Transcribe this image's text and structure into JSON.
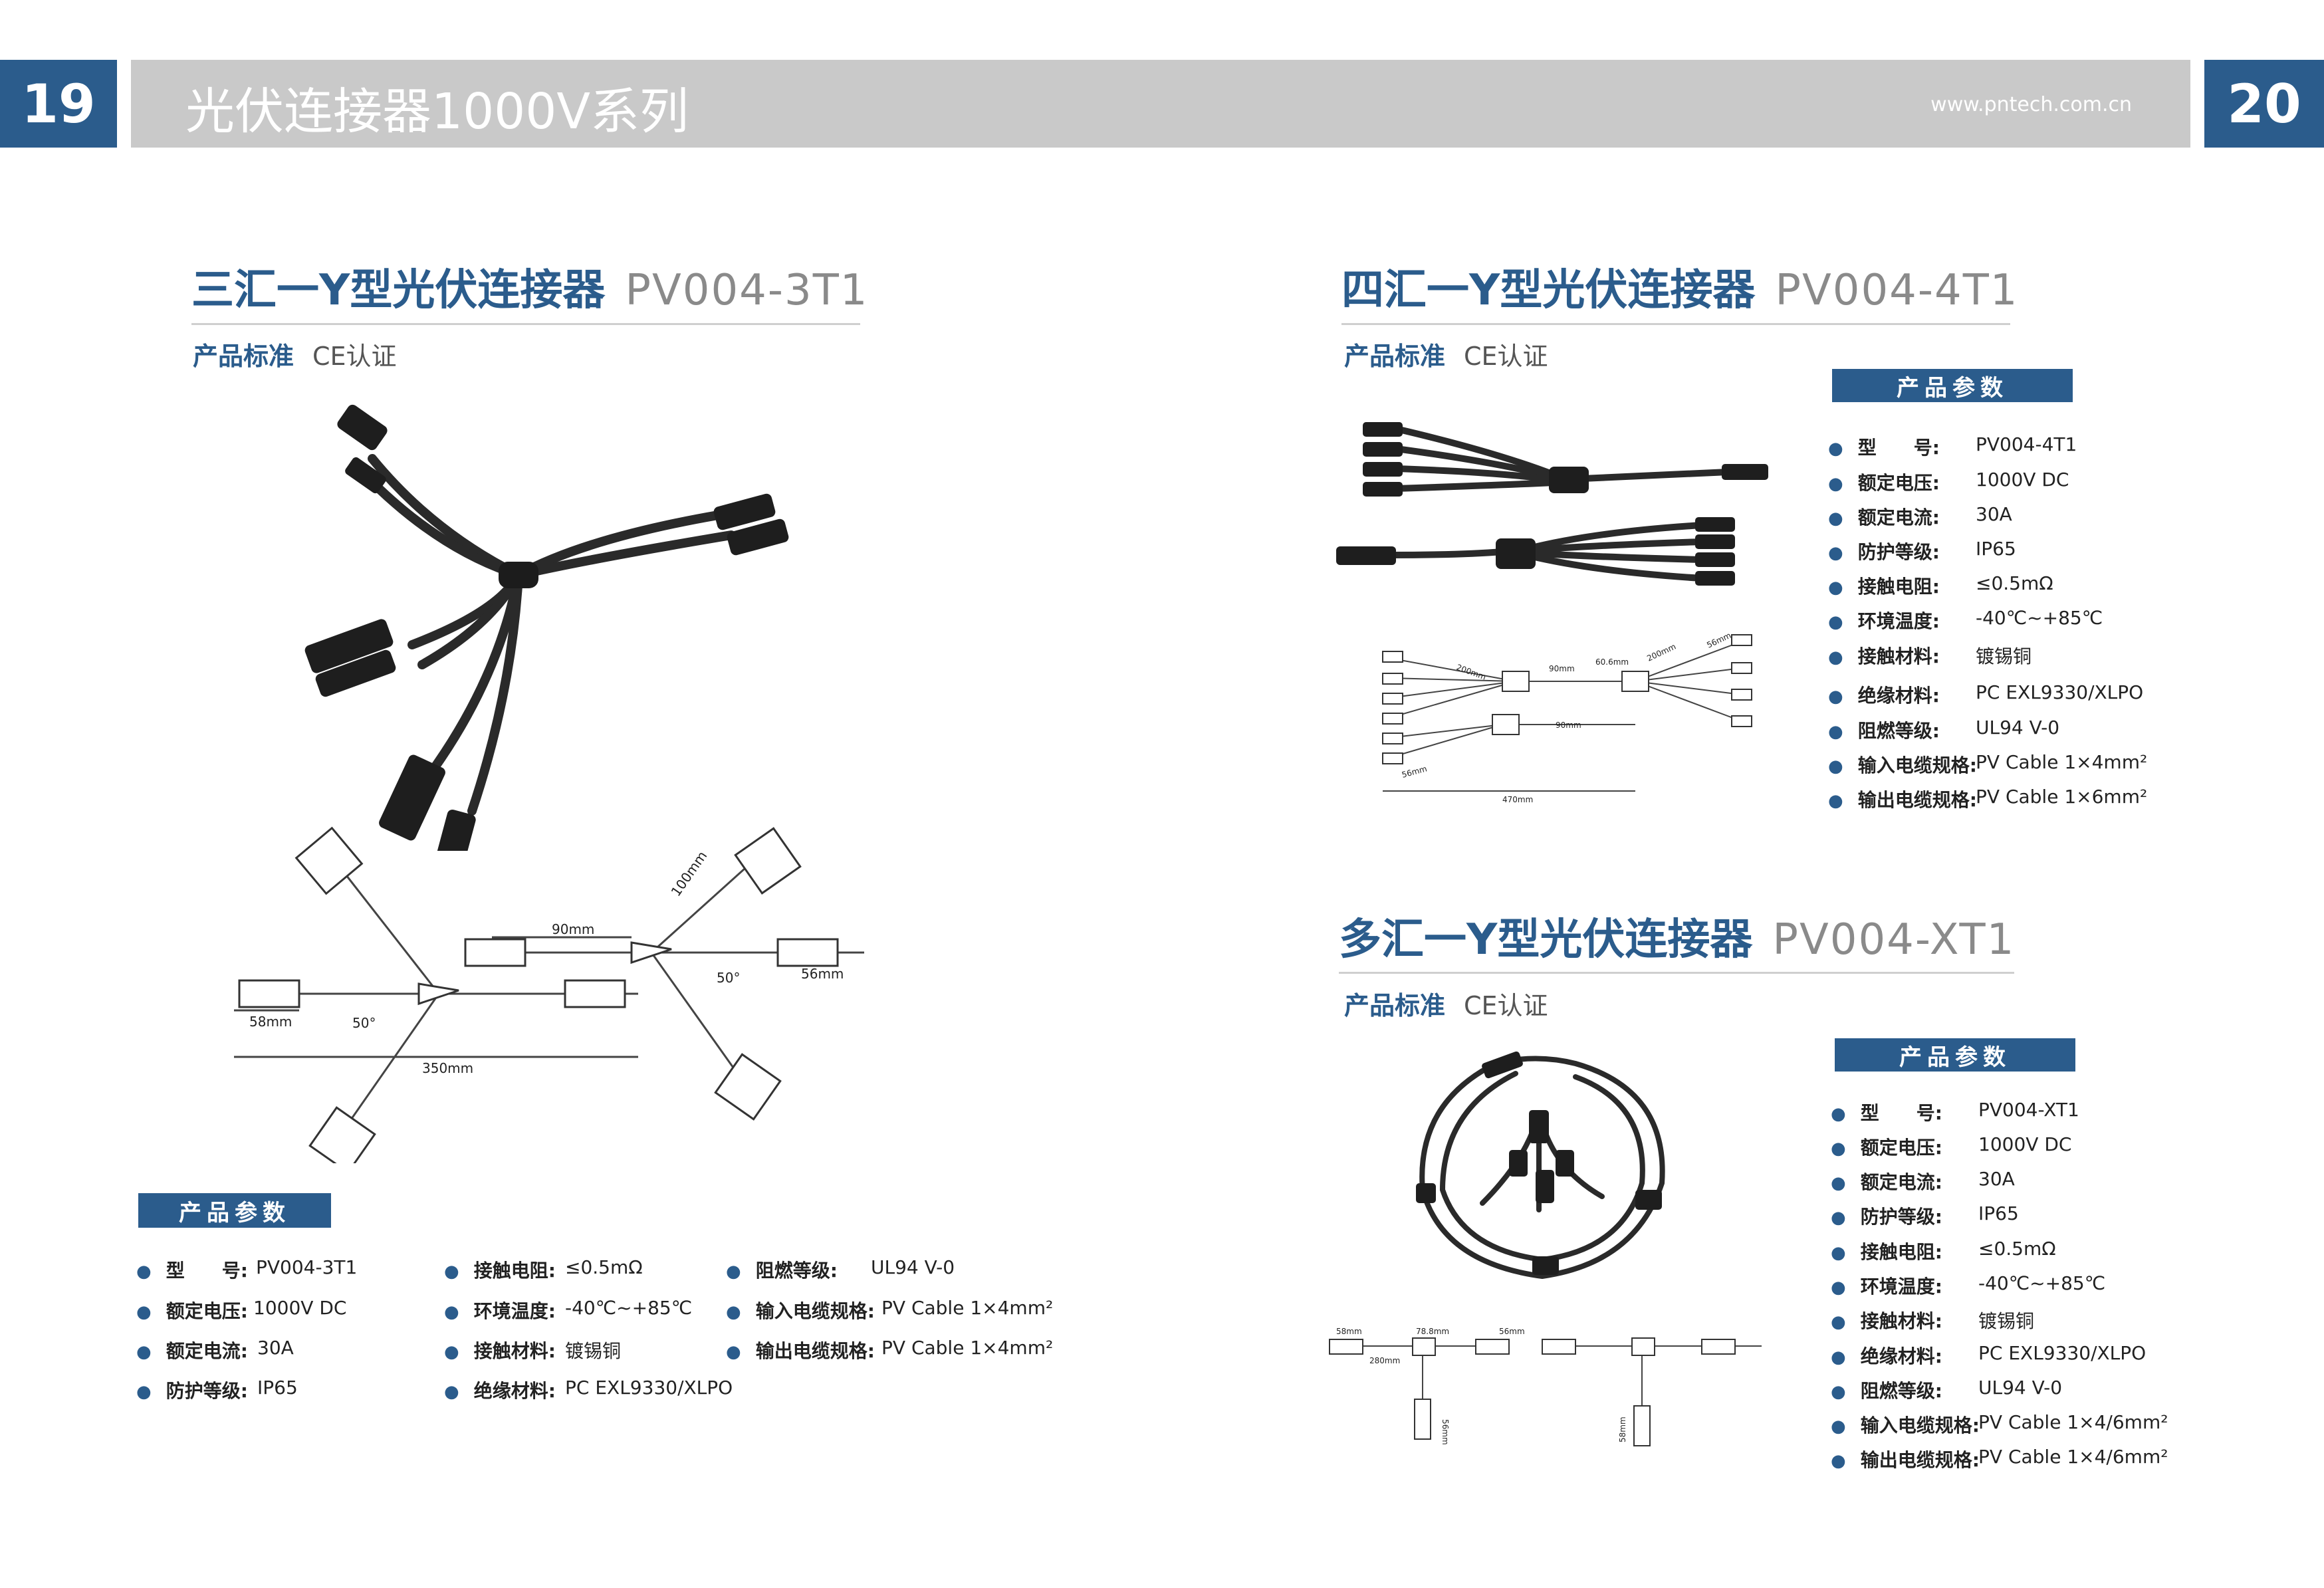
{
  "header": {
    "left_page": "19",
    "right_page": "20",
    "title": "光伏连接器1000V系列",
    "url": "www.pntech.com.cn"
  },
  "products": [
    {
      "name": "三汇一Y型光伏连接器",
      "code": "PV004-3T1",
      "standard_label": "产品标准",
      "standard_value": "CE认证",
      "params_title": "产品参数",
      "dims": [
        "90mm",
        "100mm",
        "58mm",
        "50°",
        "50°",
        "56mm",
        "350mm"
      ],
      "params": [
        {
          "k": "型　　号:",
          "v": "PV004-3T1"
        },
        {
          "k": "额定电压:",
          "v": "1000V DC"
        },
        {
          "k": "额定电流:",
          "v": "30A"
        },
        {
          "k": "防护等级:",
          "v": "IP65"
        },
        {
          "k": "接触电阻:",
          "v": "≤0.5mΩ"
        },
        {
          "k": "环境温度:",
          "v": "-40℃~+85℃"
        },
        {
          "k": "接触材料:",
          "v": "镀锡铜"
        },
        {
          "k": "绝缘材料:",
          "v": "PC EXL9330/XLPO"
        },
        {
          "k": "阻燃等级:",
          "v": "UL94 V-0"
        },
        {
          "k": "输入电缆规格:",
          "v": "PV Cable 1×4mm²"
        },
        {
          "k": "输出电缆规格:",
          "v": "PV Cable 1×4mm²"
        }
      ]
    },
    {
      "name": "四汇一Y型光伏连接器",
      "code": "PV004-4T1",
      "standard_label": "产品标准",
      "standard_value": "CE认证",
      "params_title": "产品参数",
      "dims": [
        "200mm",
        "90mm",
        "60.6mm",
        "200mm",
        "56mm",
        "90mm",
        "56mm",
        "470mm"
      ],
      "params": [
        {
          "k": "型　　号:",
          "v": "PV004-4T1"
        },
        {
          "k": "额定电压:",
          "v": "1000V DC"
        },
        {
          "k": "额定电流:",
          "v": "30A"
        },
        {
          "k": "防护等级:",
          "v": "IP65"
        },
        {
          "k": "接触电阻:",
          "v": "≤0.5mΩ"
        },
        {
          "k": "环境温度:",
          "v": "-40℃~+85℃"
        },
        {
          "k": "接触材料:",
          "v": "镀锡铜"
        },
        {
          "k": "绝缘材料:",
          "v": "PC EXL9330/XLPO"
        },
        {
          "k": "阻燃等级:",
          "v": "UL94 V-0"
        },
        {
          "k": "输入电缆规格:",
          "v": "PV Cable 1×4mm²"
        },
        {
          "k": "输出电缆规格:",
          "v": "PV Cable 1×6mm²"
        }
      ]
    },
    {
      "name": "多汇一Y型光伏连接器",
      "code": "PV004-XT1",
      "standard_label": "产品标准",
      "standard_value": "CE认证",
      "params_title": "产品参数",
      "dims": [
        "58mm",
        "78.8mm",
        "56mm",
        "280mm",
        "56mm",
        "58mm"
      ],
      "params": [
        {
          "k": "型　　号:",
          "v": "PV004-XT1"
        },
        {
          "k": "额定电压:",
          "v": "1000V DC"
        },
        {
          "k": "额定电流:",
          "v": "30A"
        },
        {
          "k": "防护等级:",
          "v": "IP65"
        },
        {
          "k": "接触电阻:",
          "v": "≤0.5mΩ"
        },
        {
          "k": "环境温度:",
          "v": "-40℃~+85℃"
        },
        {
          "k": "接触材料:",
          "v": "镀锡铜"
        },
        {
          "k": "绝缘材料:",
          "v": "PC EXL9330/XLPO"
        },
        {
          "k": "阻燃等级:",
          "v": "UL94 V-0"
        },
        {
          "k": "输入电缆规格:",
          "v": "PV Cable 1×4/6mm²"
        },
        {
          "k": "输出电缆规格:",
          "v": "PV Cable 1×4/6mm²"
        }
      ]
    }
  ]
}
